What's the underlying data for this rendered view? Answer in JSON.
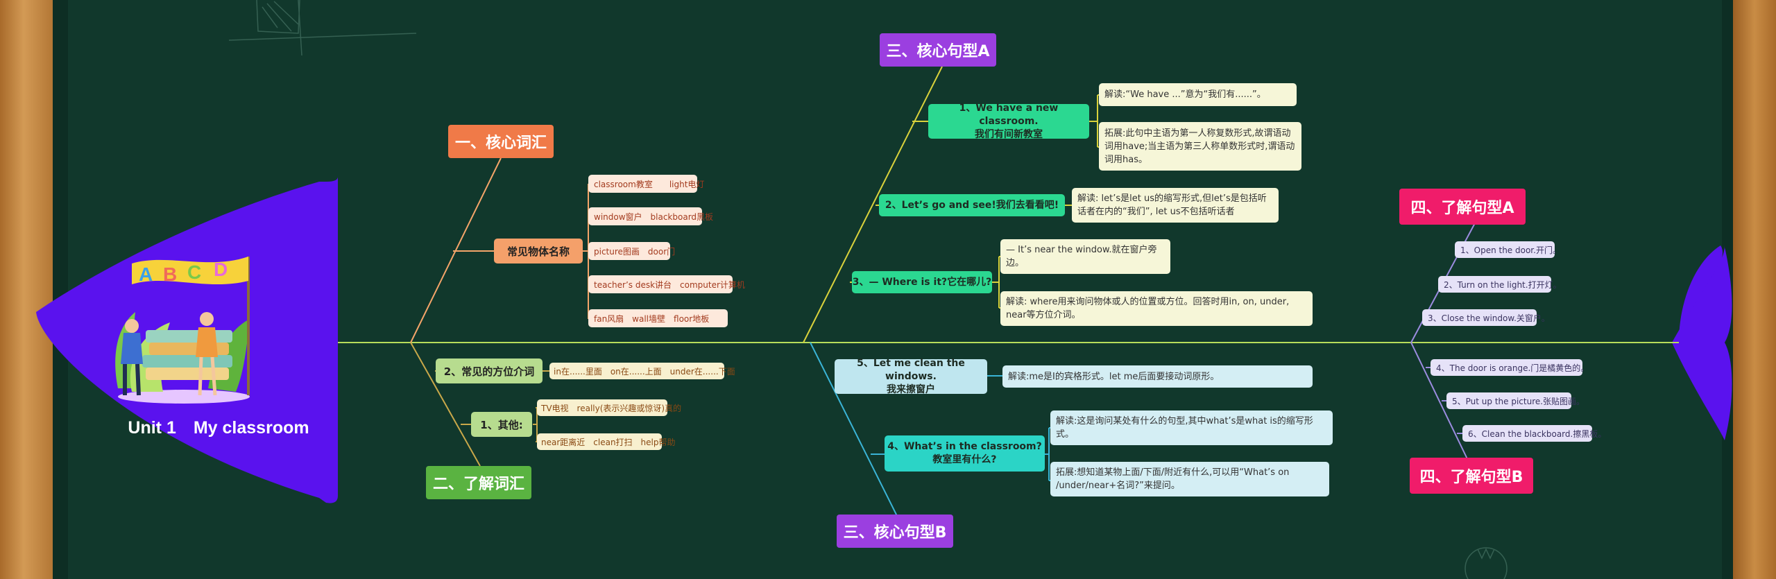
{
  "root": {
    "title": "Unit 1　My classroom",
    "illustration_letters": [
      "A",
      "B",
      "C",
      "D"
    ]
  },
  "colors": {
    "background": "#11382c",
    "head": "#5a12ee",
    "vocab_core": "#f07a48",
    "vocab_know": "#5ab341",
    "sentence_core": "#9b3fe0",
    "sentence_know": "#f01c6a"
  },
  "vocab_core": {
    "title": "一、核心词汇",
    "group": "常见物体名称",
    "items": [
      "classroom教室　　light电灯",
      "window窗户　blackboard黑板",
      "picture图画　door门",
      "teacher’s desk讲台　computer计算机",
      "fan风扇　wall墙壁　floor地板"
    ]
  },
  "vocab_know": {
    "title": "二、了解词汇",
    "group1": {
      "label": "2、常见的方位介词",
      "items": [
        "in在......里面　on在......上面　under在......下面"
      ]
    },
    "group2": {
      "label": "1、其他:",
      "items": [
        "TV电视　really(表示兴趣或惊讶)真的",
        "near距离近　clean打扫　help帮助"
      ]
    }
  },
  "sentence_core_a": {
    "title": "三、核心句型A",
    "items": [
      {
        "label": "1、We have a new classroom.\n我们有间新教室",
        "notes": [
          "解读:“We have ...”意为“我们有......”。",
          "拓展:此句中主语为第一人称复数形式,故谓语动词用have;当主语为第三人称单数形式时,谓语动词用has。"
        ]
      },
      {
        "label": "2、Let’s go and see!我们去看看吧!",
        "notes": [
          "解读: let’s是let us的缩写形式,但let’s是包括听话者在内的“我们”, let us不包括听话者"
        ]
      },
      {
        "label": "3、— Where is it?它在哪儿?",
        "notes": [
          "— It’s near the window.就在窗户旁边。",
          "解读: where用来询问物体或人的位置或方位。回答时用in, on, under, near等方位介词。"
        ]
      }
    ]
  },
  "sentence_core_b": {
    "title": "三、核心句型B",
    "items": [
      {
        "label": "5、Let me clean the windows.\n我来擦窗户",
        "notes": [
          "解读:me是I的宾格形式。let me后面要接动词原形。"
        ]
      },
      {
        "label": "4、What’s in the classroom?\n教室里有什么?",
        "notes": [
          "解读:这是询问某处有什么的句型,其中what’s是what is的缩写形式。",
          "拓展:想知道某物上面/下面/附近有什么,可以用“What’s on /under/near+名词?”来提问。"
        ]
      }
    ]
  },
  "sentence_know_a": {
    "title": "四、了解句型A",
    "items": [
      "1、Open the door.开门。",
      "2、Turn on the light.打开灯。",
      "3、Close the window.关窗户。"
    ]
  },
  "sentence_know_b": {
    "title": "四、了解句型B",
    "items": [
      "4、The door is orange.门是橘黄色的。",
      "5、Put up the picture.张贴图画。",
      "6、Clean the blackboard.擦黑板。"
    ]
  }
}
